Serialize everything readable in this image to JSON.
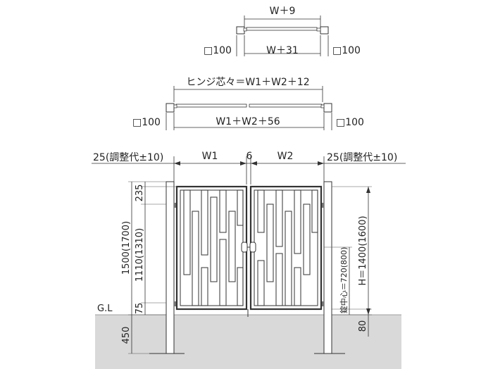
{
  "top_plan": {
    "width_dim": "W＋9",
    "outer_dim": "W＋31",
    "post_left": "□100",
    "post_right": "□100"
  },
  "double_plan": {
    "hinge_dim": "ヒンジ芯々＝W1＋W2＋12",
    "outer_dim": "W1＋W2＋56",
    "post_left": "□100",
    "post_right": "□100"
  },
  "elevation": {
    "adjust_left": "25(調整代±10)",
    "adjust_right": "25(調整代±10)",
    "w1": "W1",
    "gap": "6",
    "w2": "W2",
    "top_offset": "235",
    "post_height": "1500(1700)",
    "gate_height_inner": "1110(1310)",
    "bottom_clearance": "75",
    "ground_label": "G.L",
    "embed_depth": "450",
    "gate_height": "H＝1400(1600)",
    "lock_center": "錠中心＝720(800)",
    "ground_clearance_right": "80"
  }
}
